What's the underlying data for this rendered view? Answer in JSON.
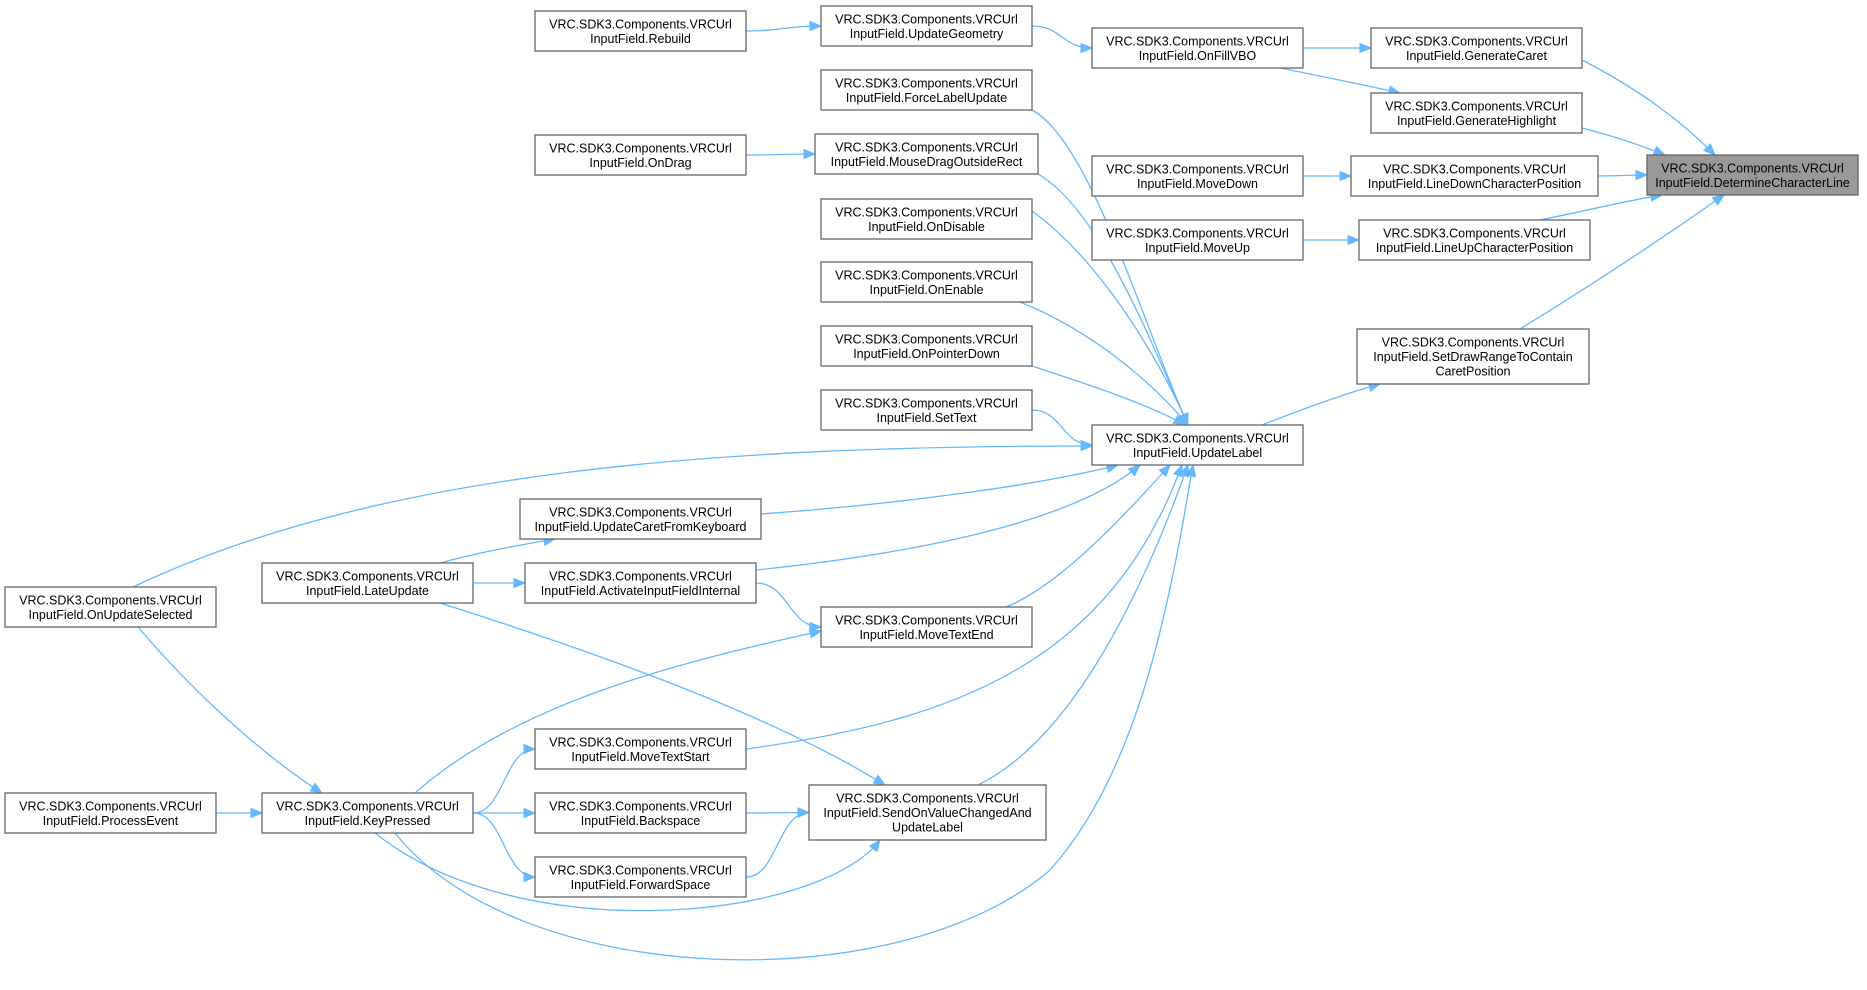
{
  "graph": {
    "colors": {
      "edge": "#63b8ff",
      "node_border": "#666666",
      "node_fill": "#ffffff",
      "focus_fill": "#999999"
    },
    "nodes": [
      {
        "id": "determine",
        "lines": [
          "VRC.SDK3.Components.VRCUrl",
          "InputField.DetermineCharacterLine"
        ],
        "focus": true
      },
      {
        "id": "genCaret",
        "lines": [
          "VRC.SDK3.Components.VRCUrl",
          "InputField.GenerateCaret"
        ]
      },
      {
        "id": "genHighlight",
        "lines": [
          "VRC.SDK3.Components.VRCUrl",
          "InputField.GenerateHighlight"
        ]
      },
      {
        "id": "lineDown",
        "lines": [
          "VRC.SDK3.Components.VRCUrl",
          "InputField.LineDownCharacterPosition"
        ]
      },
      {
        "id": "lineUp",
        "lines": [
          "VRC.SDK3.Components.VRCUrl",
          "InputField.LineUpCharacterPosition"
        ]
      },
      {
        "id": "setDraw",
        "lines": [
          "VRC.SDK3.Components.VRCUrl",
          "InputField.SetDrawRangeToContain",
          "CaretPosition"
        ]
      },
      {
        "id": "onFill",
        "lines": [
          "VRC.SDK3.Components.VRCUrl",
          "InputField.OnFillVBO"
        ]
      },
      {
        "id": "moveDown",
        "lines": [
          "VRC.SDK3.Components.VRCUrl",
          "InputField.MoveDown"
        ]
      },
      {
        "id": "moveUp",
        "lines": [
          "VRC.SDK3.Components.VRCUrl",
          "InputField.MoveUp"
        ]
      },
      {
        "id": "updateLabel",
        "lines": [
          "VRC.SDK3.Components.VRCUrl",
          "InputField.UpdateLabel"
        ]
      },
      {
        "id": "updateGeom",
        "lines": [
          "VRC.SDK3.Components.VRCUrl",
          "InputField.UpdateGeometry"
        ]
      },
      {
        "id": "forceLabel",
        "lines": [
          "VRC.SDK3.Components.VRCUrl",
          "InputField.ForceLabelUpdate"
        ]
      },
      {
        "id": "mouseDrag",
        "lines": [
          "VRC.SDK3.Components.VRCUrl",
          "InputField.MouseDragOutsideRect"
        ]
      },
      {
        "id": "onDisable",
        "lines": [
          "VRC.SDK3.Components.VRCUrl",
          "InputField.OnDisable"
        ]
      },
      {
        "id": "onEnable",
        "lines": [
          "VRC.SDK3.Components.VRCUrl",
          "InputField.OnEnable"
        ]
      },
      {
        "id": "onPointer",
        "lines": [
          "VRC.SDK3.Components.VRCUrl",
          "InputField.OnPointerDown"
        ]
      },
      {
        "id": "setText",
        "lines": [
          "VRC.SDK3.Components.VRCUrl",
          "InputField.SetText"
        ]
      },
      {
        "id": "moveTextEnd",
        "lines": [
          "VRC.SDK3.Components.VRCUrl",
          "InputField.MoveTextEnd"
        ]
      },
      {
        "id": "sendOnValue",
        "lines": [
          "VRC.SDK3.Components.VRCUrl",
          "InputField.SendOnValueChangedAnd",
          "UpdateLabel"
        ]
      },
      {
        "id": "rebuild",
        "lines": [
          "VRC.SDK3.Components.VRCUrl",
          "InputField.Rebuild"
        ]
      },
      {
        "id": "onDrag",
        "lines": [
          "VRC.SDK3.Components.VRCUrl",
          "InputField.OnDrag"
        ]
      },
      {
        "id": "updCaretKb",
        "lines": [
          "VRC.SDK3.Components.VRCUrl",
          "InputField.UpdateCaretFromKeyboard"
        ]
      },
      {
        "id": "activate",
        "lines": [
          "VRC.SDK3.Components.VRCUrl",
          "InputField.ActivateInputFieldInternal"
        ]
      },
      {
        "id": "moveTextStart",
        "lines": [
          "VRC.SDK3.Components.VRCUrl",
          "InputField.MoveTextStart"
        ]
      },
      {
        "id": "backspace",
        "lines": [
          "VRC.SDK3.Components.VRCUrl",
          "InputField.Backspace"
        ]
      },
      {
        "id": "forwardSpace",
        "lines": [
          "VRC.SDK3.Components.VRCUrl",
          "InputField.ForwardSpace"
        ]
      },
      {
        "id": "lateUpdate",
        "lines": [
          "VRC.SDK3.Components.VRCUrl",
          "InputField.LateUpdate"
        ]
      },
      {
        "id": "keyPressed",
        "lines": [
          "VRC.SDK3.Components.VRCUrl",
          "InputField.KeyPressed"
        ]
      },
      {
        "id": "onUpdSel",
        "lines": [
          "VRC.SDK3.Components.VRCUrl",
          "InputField.OnUpdateSelected"
        ]
      },
      {
        "id": "processEvent",
        "lines": [
          "VRC.SDK3.Components.VRCUrl",
          "InputField.ProcessEvent"
        ]
      }
    ],
    "edges": [
      {
        "from": "genCaret",
        "to": "determine"
      },
      {
        "from": "genHighlight",
        "to": "determine"
      },
      {
        "from": "lineDown",
        "to": "determine"
      },
      {
        "from": "lineUp",
        "to": "determine"
      },
      {
        "from": "setDraw",
        "to": "determine"
      },
      {
        "from": "onFill",
        "to": "genCaret"
      },
      {
        "from": "onFill",
        "to": "genHighlight"
      },
      {
        "from": "moveDown",
        "to": "lineDown"
      },
      {
        "from": "moveUp",
        "to": "lineUp"
      },
      {
        "from": "updateLabel",
        "to": "setDraw"
      },
      {
        "from": "updateGeom",
        "to": "onFill"
      },
      {
        "from": "rebuild",
        "to": "updateGeom"
      },
      {
        "from": "forceLabel",
        "to": "updateLabel"
      },
      {
        "from": "mouseDrag",
        "to": "updateLabel"
      },
      {
        "from": "onDrag",
        "to": "mouseDrag"
      },
      {
        "from": "onDisable",
        "to": "updateLabel"
      },
      {
        "from": "onEnable",
        "to": "updateLabel"
      },
      {
        "from": "onPointer",
        "to": "updateLabel"
      },
      {
        "from": "setText",
        "to": "updateLabel"
      },
      {
        "from": "onUpdSel",
        "to": "updateLabel"
      },
      {
        "from": "updCaretKb",
        "to": "updateLabel"
      },
      {
        "from": "activate",
        "to": "updateLabel"
      },
      {
        "from": "moveTextEnd",
        "to": "updateLabel"
      },
      {
        "from": "moveTextStart",
        "to": "updateLabel"
      },
      {
        "from": "sendOnValue",
        "to": "updateLabel"
      },
      {
        "from": "keyPressed",
        "to": "updateLabel"
      },
      {
        "from": "lateUpdate",
        "to": "updCaretKb"
      },
      {
        "from": "lateUpdate",
        "to": "activate"
      },
      {
        "from": "activate",
        "to": "moveTextEnd"
      },
      {
        "from": "keyPressed",
        "to": "moveTextEnd"
      },
      {
        "from": "keyPressed",
        "to": "moveTextStart"
      },
      {
        "from": "keyPressed",
        "to": "backspace"
      },
      {
        "from": "keyPressed",
        "to": "forwardSpace"
      },
      {
        "from": "backspace",
        "to": "sendOnValue"
      },
      {
        "from": "forwardSpace",
        "to": "sendOnValue"
      },
      {
        "from": "lateUpdate",
        "to": "sendOnValue"
      },
      {
        "from": "keyPressed",
        "to": "sendOnValue"
      },
      {
        "from": "onUpdSel",
        "to": "keyPressed"
      },
      {
        "from": "processEvent",
        "to": "keyPressed"
      }
    ]
  }
}
